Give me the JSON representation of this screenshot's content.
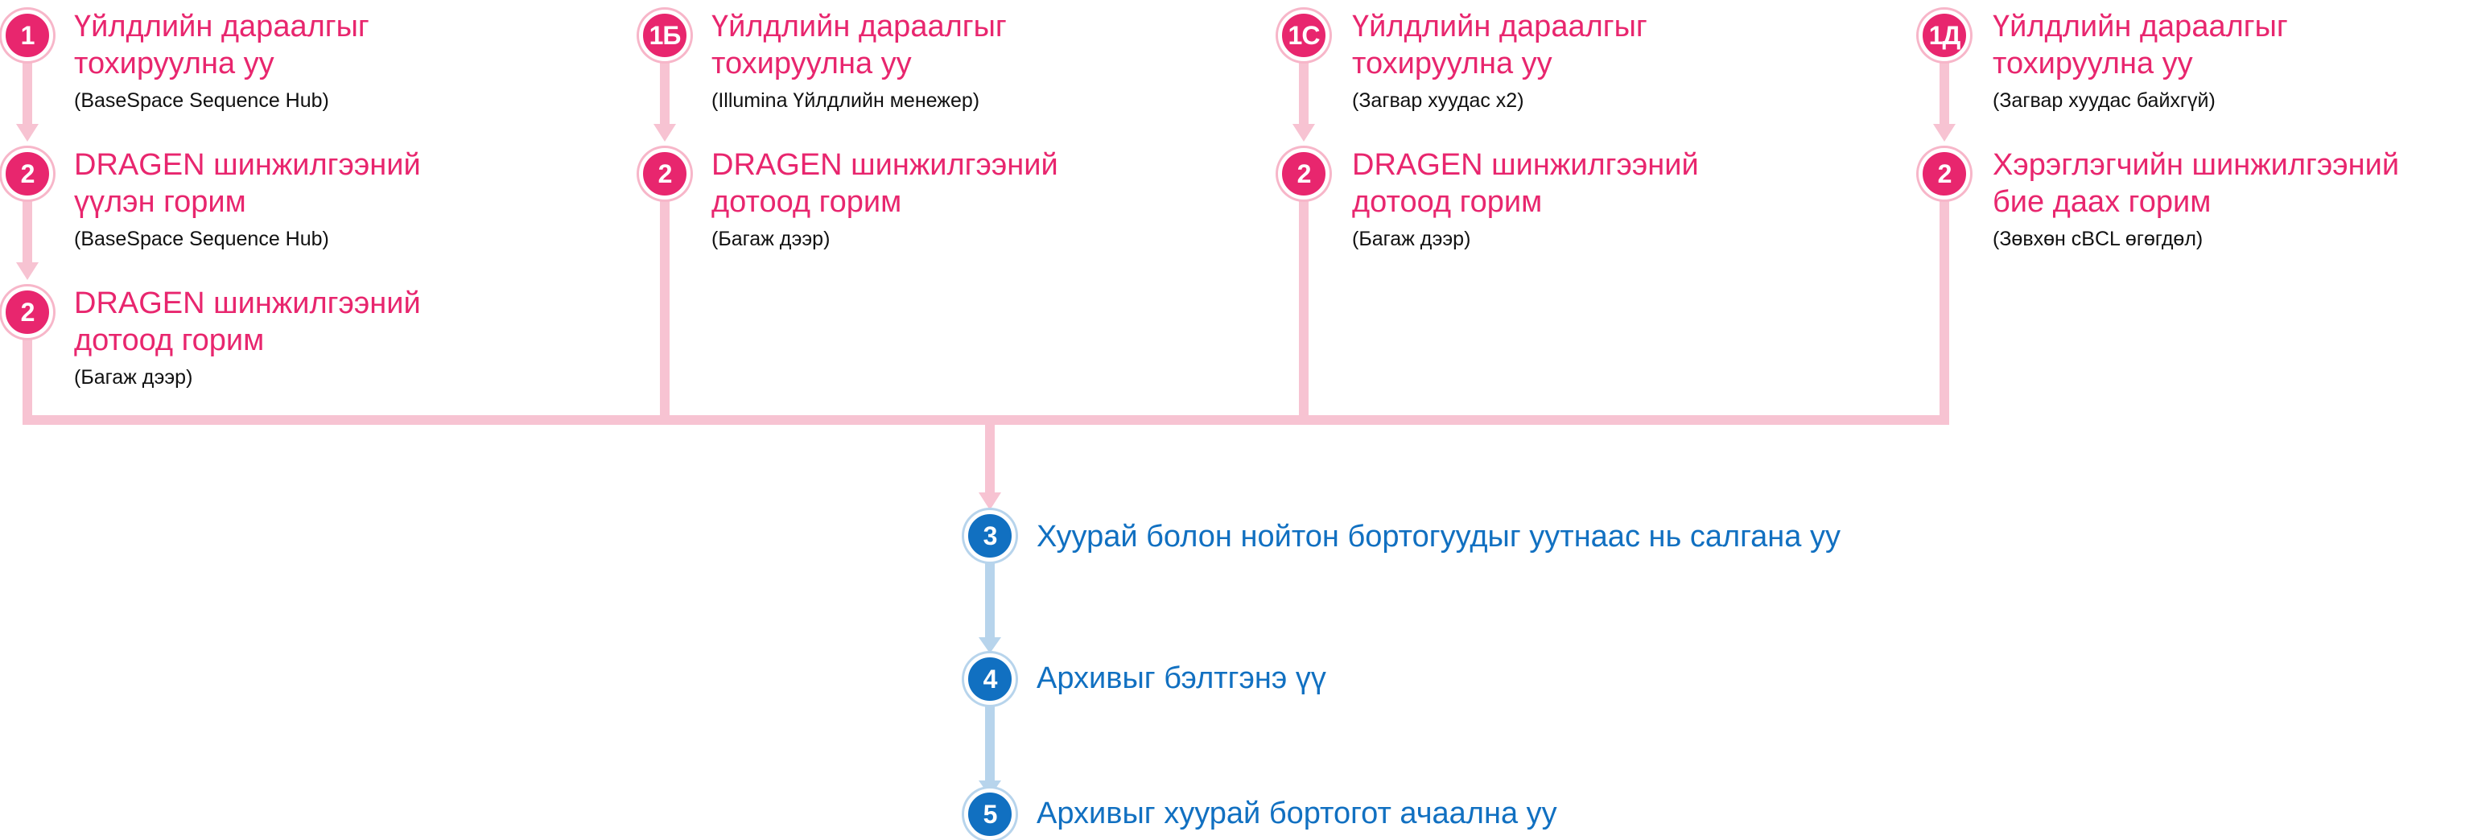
{
  "colors": {
    "pink": "#e8266e",
    "pink_light": "#f7c3d2",
    "blue": "#1170c1",
    "blue_light": "#b7d4ec"
  },
  "branches": [
    {
      "id": "a",
      "steps": [
        {
          "badge": "1",
          "title_line1": "Үйлдлийн дараалгыг",
          "title_line2": "тохируулна уу",
          "subtitle": "(BaseSpace Sequence Hub)"
        },
        {
          "badge": "2",
          "title_line1": "DRAGEN шинжилгээний",
          "title_line2": "үүлэн горим",
          "subtitle": "(BaseSpace Sequence Hub)"
        },
        {
          "badge": "2",
          "title_line1": "DRAGEN шинжилгээний",
          "title_line2": "дотоод горим",
          "subtitle": "(Багаж дээр)"
        }
      ]
    },
    {
      "id": "b",
      "steps": [
        {
          "badge": "1Б",
          "title_line1": "Үйлдлийн дараалгыг",
          "title_line2": "тохируулна уу",
          "subtitle": "(Illumina Үйлдлийн менежер)"
        },
        {
          "badge": "2",
          "title_line1": "DRAGEN шинжилгээний",
          "title_line2": "дотоод горим",
          "subtitle": "(Багаж дээр)"
        }
      ]
    },
    {
      "id": "c",
      "steps": [
        {
          "badge": "1С",
          "title_line1": "Үйлдлийн дараалгыг",
          "title_line2": "тохируулна уу",
          "subtitle": "(Загвар хуудас x2)"
        },
        {
          "badge": "2",
          "title_line1": "DRAGEN шинжилгээний",
          "title_line2": "дотоод горим",
          "subtitle": "(Багаж дээр)"
        }
      ]
    },
    {
      "id": "d",
      "steps": [
        {
          "badge": "1Д",
          "title_line1": "Үйлдлийн дараалгыг",
          "title_line2": "тохируулна уу",
          "subtitle": "(Загвар хуудас байхгүй)"
        },
        {
          "badge": "2",
          "title_line1": "Хэрэглэгчийн шинжилгээний",
          "title_line2": "бие даах горим",
          "subtitle": "(Зөвхөн cBCL өгөгдөл)"
        }
      ]
    }
  ],
  "final_steps": [
    {
      "badge": "3",
      "title": "Хуурай болон нойтон бортогуудыг уутнаас нь салгана уу"
    },
    {
      "badge": "4",
      "title": "Архивыг бэлтгэнэ үү"
    },
    {
      "badge": "5",
      "title": "Архивыг хуурай бортогот ачаална уу"
    }
  ]
}
